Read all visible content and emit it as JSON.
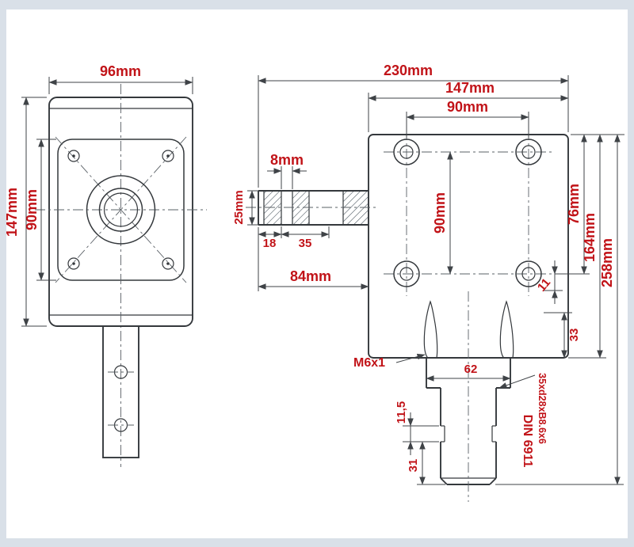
{
  "colors": {
    "background": "#d9e0e8",
    "paper": "#ffffff",
    "line": "#34383c",
    "dimension_line": "#3f4347",
    "dimension_text": "#c11318"
  },
  "front_view": {
    "dim_width": "96mm",
    "dim_height": "147mm",
    "dim_face_height": "90mm"
  },
  "side_view": {
    "dim_total_width": "230mm",
    "dim_body_width": "147mm",
    "dim_hole_spacing_horizontal": "90mm",
    "dim_hole_spacing_vertical": "90mm",
    "dim_hole_offset": "76mm",
    "dim_body_height": "164mm",
    "dim_total_height": "258mm",
    "dim_hole_edge": "11",
    "dim_boss_height": "33"
  },
  "input_shaft": {
    "dim_keyway_width": "8mm",
    "dim_diameter": "25mm",
    "dim_key_start": "18",
    "dim_key_length": "35",
    "dim_length": "84mm"
  },
  "output_shaft": {
    "thread_label": "M6x1",
    "dim_diameter": "62",
    "dim_groove": "11,5",
    "dim_end": "31",
    "note_din": "DIN 6911",
    "note_spline": "35xd28xB8.6x6"
  }
}
